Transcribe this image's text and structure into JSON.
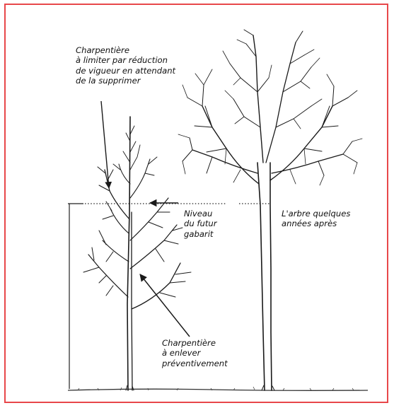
{
  "frame": {
    "border_color": "#e8474a"
  },
  "labels": {
    "top_branch": [
      "Charpentière",
      "à limiter par réduction",
      "de vigueur en attendant",
      "de la supprimer"
    ],
    "level": [
      "Niveau",
      "du futur",
      "gabarit"
    ],
    "later": [
      "L'arbre quelques",
      "années après"
    ],
    "remove": [
      "Charpentière",
      "à enlever",
      "préventivement"
    ]
  },
  "icons": [
    "arrow-top-branch",
    "arrow-level",
    "arrow-remove-branch"
  ],
  "colors": {
    "ink": "#1a1a1a"
  }
}
